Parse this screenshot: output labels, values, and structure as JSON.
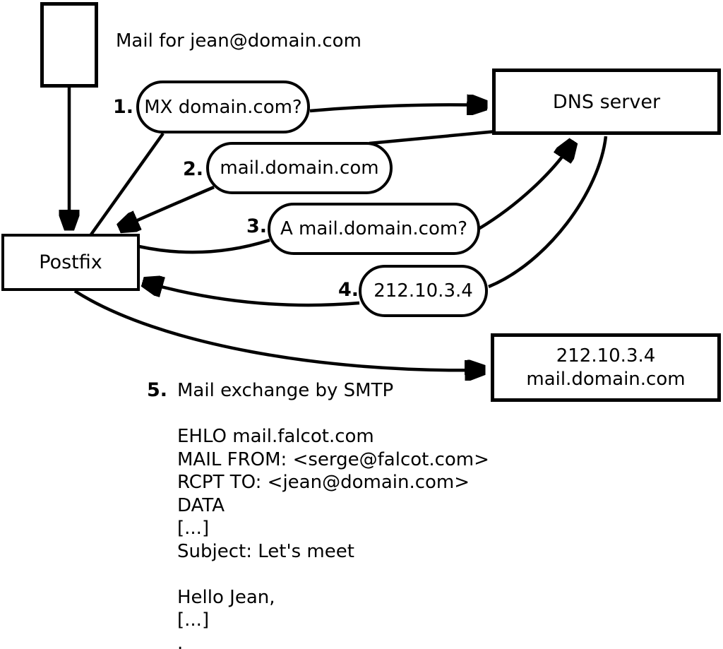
{
  "title": "Mail for jean@domain.com",
  "nodes": {
    "postfix": "Postfix",
    "dns_server": "DNS server",
    "mail_server": {
      "line1": "212.10.3.4",
      "line2": "mail.domain.com"
    }
  },
  "steps": [
    {
      "num": "1.",
      "label": "MX domain.com?"
    },
    {
      "num": "2.",
      "label": "mail.domain.com"
    },
    {
      "num": "3.",
      "label": "A mail.domain.com?"
    },
    {
      "num": "4.",
      "label": "212.10.3.4"
    },
    {
      "num": "5.",
      "label": "Mail exchange by SMTP"
    }
  ],
  "smtp_session": [
    "EHLO mail.falcot.com",
    "MAIL FROM: <serge@falcot.com>",
    "RCPT TO: <jean@domain.com>",
    "DATA",
    "[...]",
    "Subject: Let's meet",
    "",
    "Hello Jean,",
    "[...]",
    "."
  ],
  "colors": {
    "stroke": "#000000",
    "background": "#ffffff"
  }
}
